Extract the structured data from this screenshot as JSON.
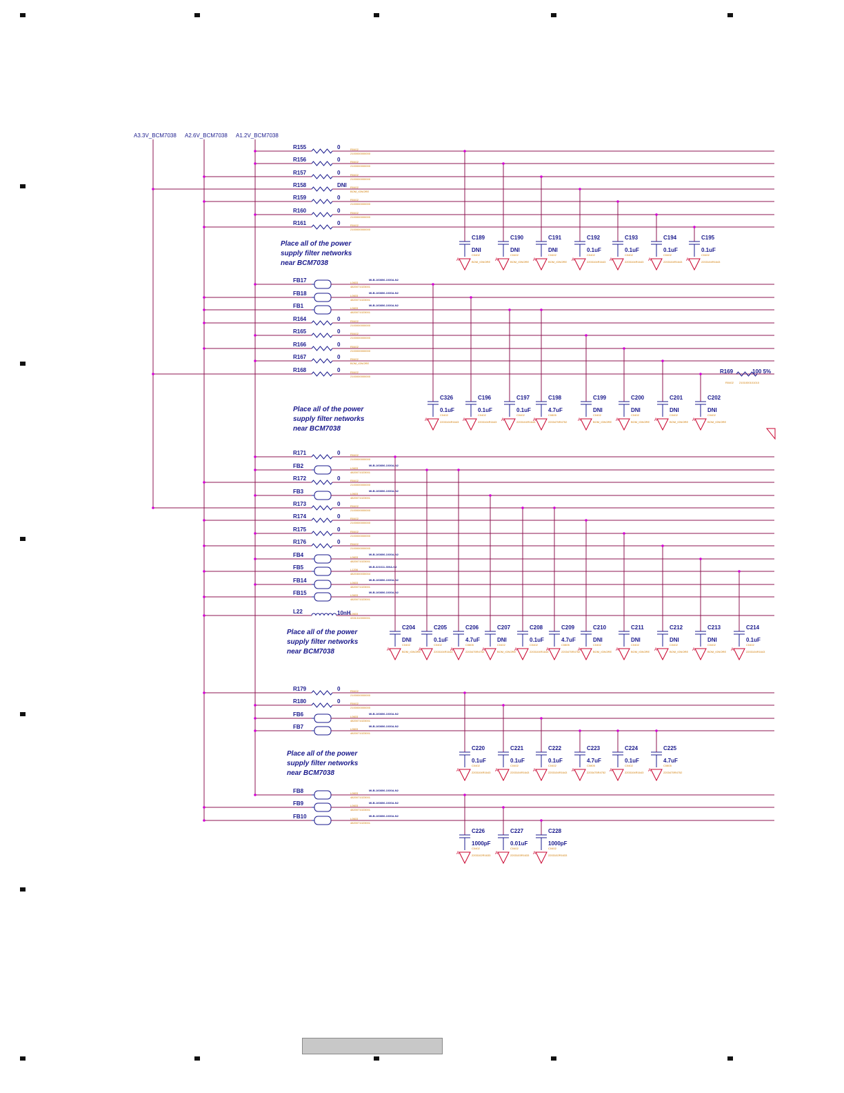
{
  "rails": [
    "A3.3V_BCM7038",
    "A2.6V_BCM7038",
    "A1.2V_BCM7038"
  ],
  "notes": [
    [
      "Place all of the power",
      "supply filter networks",
      "near BCM7038"
    ]
  ],
  "rows": [
    {
      "ref": "R155",
      "kind": "R",
      "val": "0",
      "pn": [
        "R0402",
        "2100000000000"
      ]
    },
    {
      "ref": "R156",
      "kind": "R",
      "val": "0",
      "pn": [
        "R0402",
        "2100000000000"
      ]
    },
    {
      "ref": "R157",
      "kind": "R",
      "val": "0",
      "pn": [
        "R0402",
        "2100000000000"
      ]
    },
    {
      "ref": "R158",
      "kind": "R",
      "val": "DNI",
      "pn": [
        "R0402",
        "BOM_IGNORE"
      ]
    },
    {
      "ref": "R159",
      "kind": "R",
      "val": "0",
      "pn": [
        "R0402",
        "2100000000000"
      ]
    },
    {
      "ref": "R160",
      "kind": "R",
      "val": "0",
      "pn": [
        "R0402",
        "2100000000000"
      ]
    },
    {
      "ref": "R161",
      "kind": "R",
      "val": "0",
      "pn": [
        "R0402",
        "2100000000000"
      ]
    },
    {
      "ref": "FB17",
      "kind": "FB",
      "val": "MLB-160806-1030A-N2",
      "pn": [
        "L0603",
        "4820071023001"
      ]
    },
    {
      "ref": "FB18",
      "kind": "FB",
      "val": "MLB-160806-1030A-N2",
      "pn": [
        "L0603",
        "4820071023001"
      ]
    },
    {
      "ref": "FB1",
      "kind": "FB",
      "val": "MLB-160806-1030A-N2",
      "pn": [
        "L0603",
        "4820071023001"
      ]
    },
    {
      "ref": "R164",
      "kind": "R",
      "val": "0",
      "pn": [
        "R0402",
        "2100000000000"
      ]
    },
    {
      "ref": "R165",
      "kind": "R",
      "val": "0",
      "pn": [
        "R0402",
        "2100000000000"
      ]
    },
    {
      "ref": "R166",
      "kind": "R",
      "val": "0",
      "pn": [
        "R0402",
        "2100000000000"
      ]
    },
    {
      "ref": "R167",
      "kind": "R",
      "val": "0",
      "pn": [
        "R0402",
        "BOM_IGNORE"
      ]
    },
    {
      "ref": "R168",
      "kind": "R",
      "val": "0",
      "pn": [
        "R0402",
        "2100000000000"
      ]
    },
    {
      "ref": "R171",
      "kind": "R",
      "val": "0",
      "pn": [
        "R0402",
        "2100000000000"
      ]
    },
    {
      "ref": "FB2",
      "kind": "FB",
      "val": "MLB-160806-1030A-N2",
      "pn": [
        "L0603",
        "4820071023001"
      ]
    },
    {
      "ref": "R172",
      "kind": "R",
      "val": "0",
      "pn": [
        "R0402",
        "2100000000000"
      ]
    },
    {
      "ref": "FB3",
      "kind": "FB",
      "val": "MLB-160806-1030A-N2",
      "pn": [
        "L0603",
        "4820071023001"
      ]
    },
    {
      "ref": "R173",
      "kind": "R",
      "val": "0",
      "pn": [
        "R0402",
        "2100000000000"
      ]
    },
    {
      "ref": "R174",
      "kind": "R",
      "val": "0",
      "pn": [
        "R0402",
        "2100000000000"
      ]
    },
    {
      "ref": "R175",
      "kind": "R",
      "val": "0",
      "pn": [
        "R0402",
        "2100000000000"
      ]
    },
    {
      "ref": "R176",
      "kind": "R",
      "val": "0",
      "pn": [
        "R0402",
        "2100000000000"
      ]
    },
    {
      "ref": "FB4",
      "kind": "FB",
      "val": "MLB-160806-1030A-N2",
      "pn": [
        "L0603",
        "4820071023001"
      ]
    },
    {
      "ref": "FB5",
      "kind": "FB",
      "val": "MLB-321611-300A-N2",
      "pn": [
        "L1206",
        "4820300030004"
      ]
    },
    {
      "ref": "FB14",
      "kind": "FB",
      "val": "MLB-160806-1030A-N2",
      "pn": [
        "L0603",
        "4820071023001"
      ]
    },
    {
      "ref": "FB15",
      "kind": "FB",
      "val": "MLB-160806-1030A-N2",
      "pn": [
        "L0603",
        "4820071023001"
      ]
    },
    {
      "ref": "L22",
      "kind": "L",
      "val": "10nH",
      "pn": [
        "L0603",
        "4331310000001"
      ]
    },
    {
      "ref": "R179",
      "kind": "R",
      "val": "0",
      "pn": [
        "R0402",
        "2100000000000"
      ]
    },
    {
      "ref": "R180",
      "kind": "R",
      "val": "0",
      "pn": [
        "R0402",
        "2100000000000"
      ]
    },
    {
      "ref": "FB6",
      "kind": "FB",
      "val": "MLB-160806-1030A-N2",
      "pn": [
        "L0603",
        "4820071023001"
      ]
    },
    {
      "ref": "FB7",
      "kind": "FB",
      "val": "MLB-160806-1030A-N2",
      "pn": [
        "L0603",
        "4820071023001"
      ]
    },
    {
      "ref": "FB8",
      "kind": "FB",
      "val": "MLB-160806-1030A-N2",
      "pn": [
        "L0603",
        "4820071023001"
      ]
    },
    {
      "ref": "FB9",
      "kind": "FB",
      "val": "MLB-160806-1030A-N2",
      "pn": [
        "L0603",
        "4820071023001"
      ]
    },
    {
      "ref": "FB10",
      "kind": "FB",
      "val": "MLB-160806-1030A-N2",
      "pn": [
        "L0603",
        "4820071023001"
      ]
    }
  ],
  "caps": [
    {
      "ref": "C189",
      "val": "DNI",
      "pn": [
        "C0402",
        "BOM_IGNORE"
      ]
    },
    {
      "ref": "C190",
      "val": "DNI",
      "pn": [
        "C0402",
        "BOM_IGNORE"
      ]
    },
    {
      "ref": "C191",
      "val": "DNI",
      "pn": [
        "C0402",
        "BOM_IGNORE"
      ]
    },
    {
      "ref": "C192",
      "val": "0.1uF",
      "pn": [
        "C0402",
        "2203104R1643"
      ]
    },
    {
      "ref": "C193",
      "val": "0.1uF",
      "pn": [
        "C0402",
        "2203104R1643"
      ]
    },
    {
      "ref": "C194",
      "val": "0.1uF",
      "pn": [
        "C0402",
        "2203104R1643"
      ]
    },
    {
      "ref": "C195",
      "val": "0.1uF",
      "pn": [
        "C0402",
        "2203104R1643"
      ]
    },
    {
      "ref": "C326",
      "val": "0.1uF",
      "pn": [
        "C0402",
        "2203104R1643"
      ]
    },
    {
      "ref": "C196",
      "val": "0.1uF",
      "pn": [
        "C0402",
        "2203104R1643"
      ]
    },
    {
      "ref": "C197",
      "val": "0.1uF",
      "pn": [
        "C0402",
        "2203104R1643"
      ]
    },
    {
      "ref": "C198",
      "val": "4.7uF",
      "pn": [
        "C0805",
        "2203475R4752"
      ]
    },
    {
      "ref": "C199",
      "val": "DNI",
      "pn": [
        "C0402",
        "BOM_IGNORE"
      ]
    },
    {
      "ref": "C200",
      "val": "DNI",
      "pn": [
        "C0402",
        "BOM_IGNORE"
      ]
    },
    {
      "ref": "C201",
      "val": "DNI",
      "pn": [
        "C0402",
        "BOM_IGNORE"
      ]
    },
    {
      "ref": "C202",
      "val": "DNI",
      "pn": [
        "C0402",
        "BOM_IGNORE"
      ]
    },
    {
      "ref": "C204",
      "val": "DNI",
      "pn": [
        "C0402",
        "BOM_IGNORE"
      ]
    },
    {
      "ref": "C205",
      "val": "0.1uF",
      "pn": [
        "C0402",
        "2203104R1643"
      ]
    },
    {
      "ref": "C206",
      "val": "4.7uF",
      "pn": [
        "C0805",
        "2203475R4752"
      ]
    },
    {
      "ref": "C207",
      "val": "DNI",
      "pn": [
        "C0402",
        "BOM_IGNORE"
      ]
    },
    {
      "ref": "C208",
      "val": "0.1uF",
      "pn": [
        "C0402",
        "2203104R1643"
      ]
    },
    {
      "ref": "C209",
      "val": "4.7uF",
      "pn": [
        "C0805",
        "2203475R4752"
      ]
    },
    {
      "ref": "C210",
      "val": "DNI",
      "pn": [
        "C0402",
        "BOM_IGNORE"
      ]
    },
    {
      "ref": "C211",
      "val": "DNI",
      "pn": [
        "C0402",
        "BOM_IGNORE"
      ]
    },
    {
      "ref": "C212",
      "val": "DNI",
      "pn": [
        "C0402",
        "BOM_IGNORE"
      ]
    },
    {
      "ref": "C213",
      "val": "DNI",
      "pn": [
        "C0402",
        "BOM_IGNORE"
      ]
    },
    {
      "ref": "C214",
      "val": "0.1uF",
      "pn": [
        "C0402",
        "2203104R1643"
      ]
    },
    {
      "ref": "C220",
      "val": "0.1uF",
      "pn": [
        "C0402",
        "2203104R1643"
      ]
    },
    {
      "ref": "C221",
      "val": "0.1uF",
      "pn": [
        "C0402",
        "2203104R1643"
      ]
    },
    {
      "ref": "C222",
      "val": "0.1uF",
      "pn": [
        "C0402",
        "2203104R1643"
      ]
    },
    {
      "ref": "C223",
      "val": "4.7uF",
      "pn": [
        "C0805",
        "2203475R4752"
      ]
    },
    {
      "ref": "C224",
      "val": "0.1uF",
      "pn": [
        "C0402",
        "2203104R1643"
      ]
    },
    {
      "ref": "C225",
      "val": "4.7uF",
      "pn": [
        "C0805",
        "2203475R4752"
      ]
    },
    {
      "ref": "C226",
      "val": "1000pF",
      "pn": [
        "C0402",
        "2203102R1633"
      ]
    },
    {
      "ref": "C227",
      "val": "0.01uF",
      "pn": [
        "C0402",
        "2203103R1633"
      ]
    },
    {
      "ref": "C228",
      "val": "1000pF",
      "pn": [
        "C0402",
        "2203102R1633"
      ]
    }
  ],
  "r169": {
    "ref": "R169",
    "val": "100 5%",
    "pn": [
      "R0402",
      "2101000101010"
    ]
  }
}
